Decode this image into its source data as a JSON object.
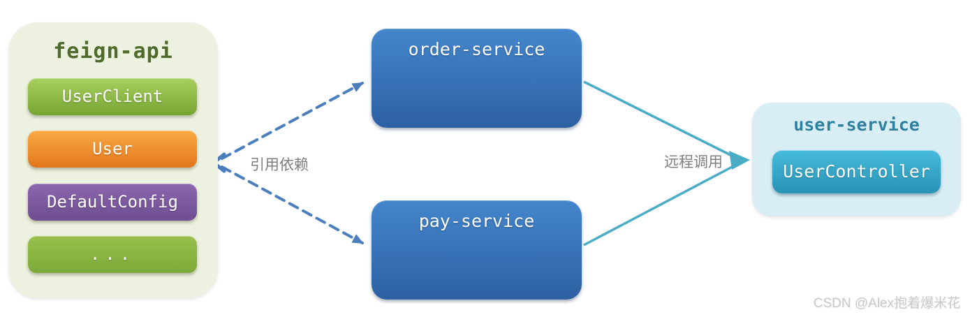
{
  "feign_api": {
    "title": "feign-api",
    "items": [
      {
        "label": "UserClient",
        "color": "#8cbb49"
      },
      {
        "label": "User",
        "color": "#ed8a27"
      },
      {
        "label": "DefaultConfig",
        "color": "#7d5aa0"
      },
      {
        "label": "...",
        "color": "#8ab543"
      }
    ]
  },
  "services": {
    "order": "order-service",
    "pay": "pay-service"
  },
  "user_service": {
    "title": "user-service",
    "controller": "UserController"
  },
  "edge_labels": {
    "dependency": "引用依赖",
    "remote_call": "远程调用"
  },
  "watermark": "CSDN @Alex抱着爆米花",
  "colors": {
    "dashed_dependency_edge": "#4a7ebd",
    "solid_remote_edge": "#4bacc6",
    "feign_panel_bg": "#edf1e0",
    "feign_title": "#4e6b2b",
    "service_node_bg": "#3a78c2",
    "user_panel_bg": "#d9edf5",
    "user_title": "#2d809e",
    "controller_bg": "#35a7c7",
    "label_text": "#7e7e7e"
  }
}
